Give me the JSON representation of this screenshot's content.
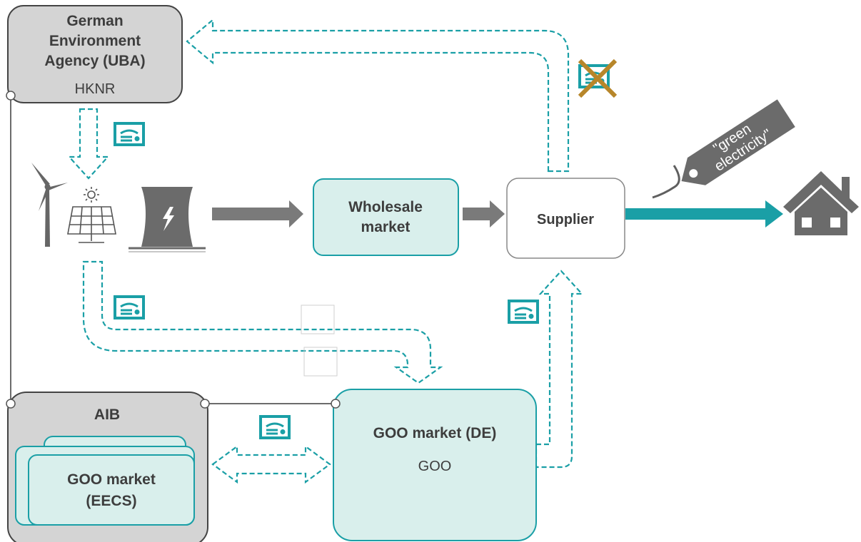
{
  "uba": {
    "title_lines": [
      "German",
      "Environment",
      "Agency (UBA)"
    ],
    "registry": "HKNR"
  },
  "wholesale": {
    "lines": [
      "Wholesale",
      "market"
    ]
  },
  "supplier": {
    "label": "Supplier"
  },
  "goo_de": {
    "title": "GOO market (DE)",
    "subtitle": "GOO"
  },
  "aib": {
    "title": "AIB"
  },
  "goo_eecs": {
    "lines": [
      "GOO market",
      "(EECS)"
    ]
  },
  "tag": {
    "lines": [
      "\"green",
      "electricity\""
    ]
  },
  "icons": {
    "certificate": "certificate-icon",
    "crossed_certificate": "crossed-certificate-icon",
    "wind_turbine": "wind-turbine-icon",
    "solar_panel": "solar-panel-icon",
    "power_plant": "power-plant-icon",
    "house": "house-icon",
    "price_tag": "price-tag-icon"
  },
  "colors": {
    "teal": "#1a9fa6",
    "teal_dark": "#0e8c93",
    "mint_fill": "#d9efec",
    "grey_box": "#d4d4d4",
    "grey_dark": "#6b6b6b",
    "cross": "#b7862a"
  }
}
